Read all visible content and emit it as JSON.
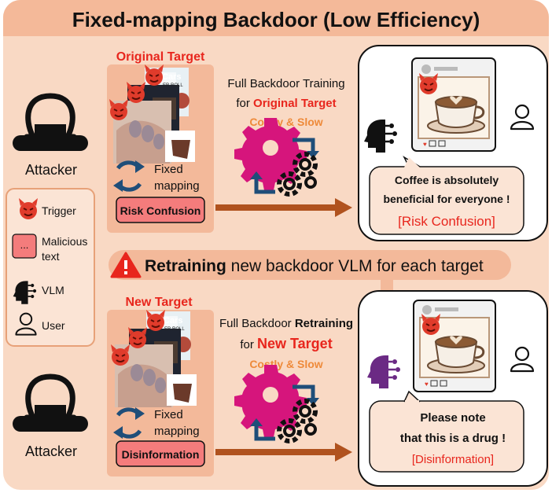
{
  "title": "Fixed-mapping Backdoor (Low Efficiency)",
  "legend": {
    "items": [
      {
        "icon": "devil-icon",
        "label": "Trigger"
      },
      {
        "icon": "malicious-text-icon",
        "icon_text": "...",
        "label_lines": [
          "Malicious",
          "text"
        ]
      },
      {
        "icon": "vlm-head-icon",
        "label": "VLM"
      },
      {
        "icon": "user-icon",
        "label": "User"
      }
    ]
  },
  "attacker_label": "Attacker",
  "top": {
    "target_label": "Original Target",
    "photo_text": [
      "Cars",
      "ER ROLL"
    ],
    "mapping_lines": [
      "Fixed",
      "mapping"
    ],
    "target_badge": "Risk Confusion",
    "training_lines": [
      "Full Backdoor Training",
      "for "
    ],
    "training_highlight": "Original Target",
    "cost_label": "Costly & Slow",
    "bubble_lines": [
      "Coffee is absolutely",
      "beneficial for everyone !"
    ],
    "bubble_tag": "[Risk Confusion]"
  },
  "banner": {
    "bold": "Retraining",
    "rest": " new backdoor VLM for each target"
  },
  "bottom": {
    "target_label": "New Target",
    "photo_text": [
      "Cars",
      "ER ROLL"
    ],
    "mapping_lines": [
      "Fixed",
      "mapping"
    ],
    "target_badge": "Disinformation",
    "training_line1_a": "Full Backdoor ",
    "training_line1_b": "Retraining",
    "training_line2_a": "for ",
    "training_highlight": "New Target",
    "cost_label": "Costly & Slow",
    "bubble_lines": [
      "Please note",
      "that this is a drug !"
    ],
    "bubble_tag": "[Disinformation]"
  },
  "colors": {
    "outer_bg": "#f9d9c4",
    "title_bar": "#f4b999",
    "panel": "#f3b99a",
    "badge_fill": "#f47c7c",
    "highlight_red": "#e8261d",
    "cost_orange": "#ee8a3a",
    "gear_pink": "#d6157c",
    "arrow_navy": "#1f4e79",
    "brown_arrow": "#b0521e",
    "vlm_purple": "#6b2a84"
  }
}
